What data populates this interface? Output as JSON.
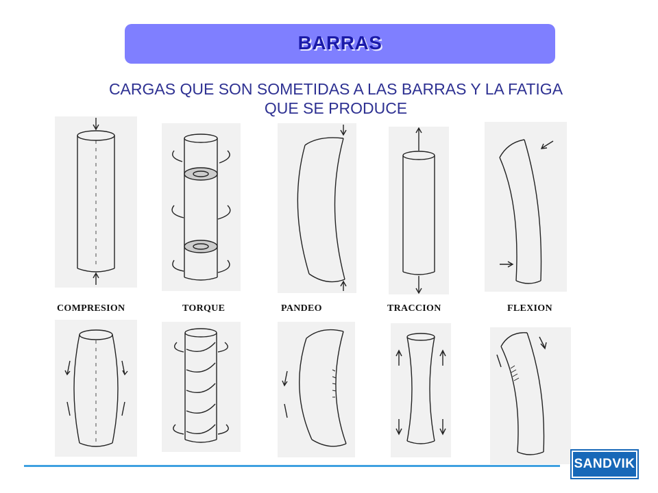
{
  "banner": {
    "title": "BARRAS"
  },
  "subtitle": {
    "line1": "CARGAS QUE SON SOMETIDAS A LAS BARRAS Y   LA FATIGA",
    "line2": "QUE SE PRODUCE"
  },
  "labels": [
    "COMPRESION",
    "TORQUE",
    "PANDEO",
    "TRACCION",
    "FLEXION"
  ],
  "logo": {
    "text": "SANDVIK"
  },
  "colors": {
    "banner_bg": "#7f7fff",
    "banner_text": "#1a1aa8",
    "subtitle_text": "#2e3192",
    "footer_line": "#3ea0e0",
    "logo_bg": "#1768b8"
  }
}
